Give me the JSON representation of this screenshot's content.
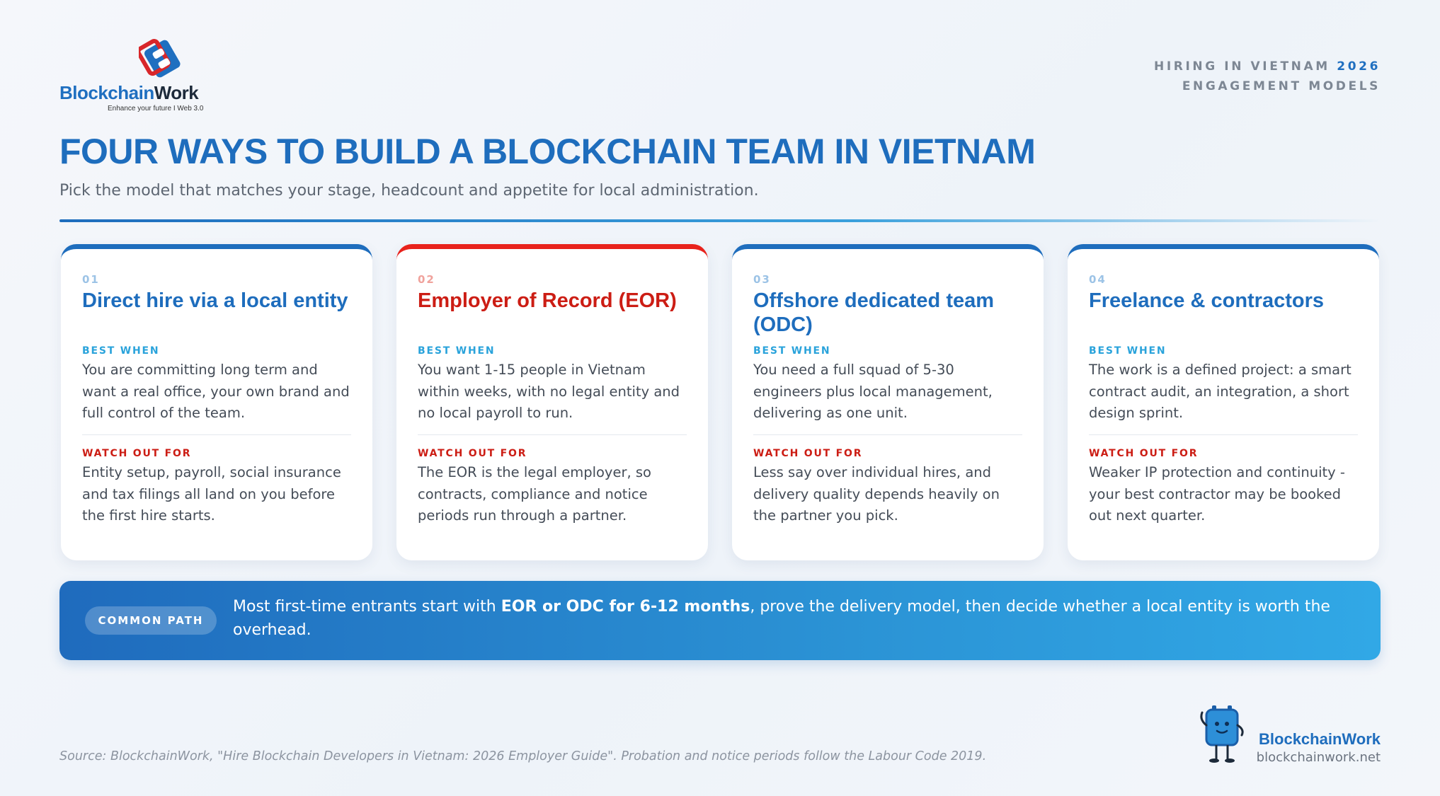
{
  "logo": {
    "word_a": "Blockchain",
    "word_b": "Work",
    "tagline": "Enhance your future I Web 3.0"
  },
  "header": {
    "line1_prefix": "HIRING IN VIETNAM",
    "line1_year": "2026",
    "line2": "ENGAGEMENT MODELS"
  },
  "title": "FOUR WAYS TO BUILD A BLOCKCHAIN TEAM IN VIETNAM",
  "subtitle": "Pick the model that matches your stage, headcount and appetite for local administration.",
  "cards": [
    {
      "number": "01",
      "title": "Direct hire via a local entity",
      "best_label": "BEST WHEN",
      "best_text": "You are committing long term and want a real office, your own brand and full control of the team.",
      "watch_label": "WATCH OUT FOR",
      "watch_text": "Entity setup, payroll, social insurance and tax filings all land on you before the first hire starts."
    },
    {
      "number": "02",
      "title": "Employer of Record (EOR)",
      "best_label": "BEST WHEN",
      "best_text": "You want 1-15 people in Vietnam within weeks, with no legal entity and no local payroll to run.",
      "watch_label": "WATCH OUT FOR",
      "watch_text": "The EOR is the legal employer, so contracts, compliance and notice periods run through a partner."
    },
    {
      "number": "03",
      "title": "Offshore dedicated team (ODC)",
      "best_label": "BEST WHEN",
      "best_text": "You need a full squad of 5-30 engineers plus local management, delivering as one unit.",
      "watch_label": "WATCH OUT FOR",
      "watch_text": "Less say over individual hires, and delivery quality depends heavily on the partner you pick."
    },
    {
      "number": "04",
      "title": "Freelance & contractors",
      "best_label": "BEST WHEN",
      "best_text": "The work is a defined project: a smart contract audit, an integration, a short design sprint.",
      "watch_label": "WATCH OUT FOR",
      "watch_text": "Weaker IP protection and continuity - your best contractor may be booked out next quarter."
    }
  ],
  "banner": {
    "pill": "COMMON PATH",
    "text_pre": "Most first-time entrants start with ",
    "text_bold": "EOR or ODC for 6-12 months",
    "text_post": ", prove the delivery model, then decide whether a local entity is worth the overhead."
  },
  "source": "Source: BlockchainWork, \"Hire Blockchain Developers in Vietnam: 2026 Employer Guide\". Probation and notice periods follow the Labour Code 2019.",
  "footer": {
    "brand": "BlockchainWork",
    "url": "blockchainwork.net"
  },
  "colors": {
    "primary": "#1e6dbd",
    "accent_red": "#cc1d14",
    "label_blue": "#2aa3db"
  }
}
